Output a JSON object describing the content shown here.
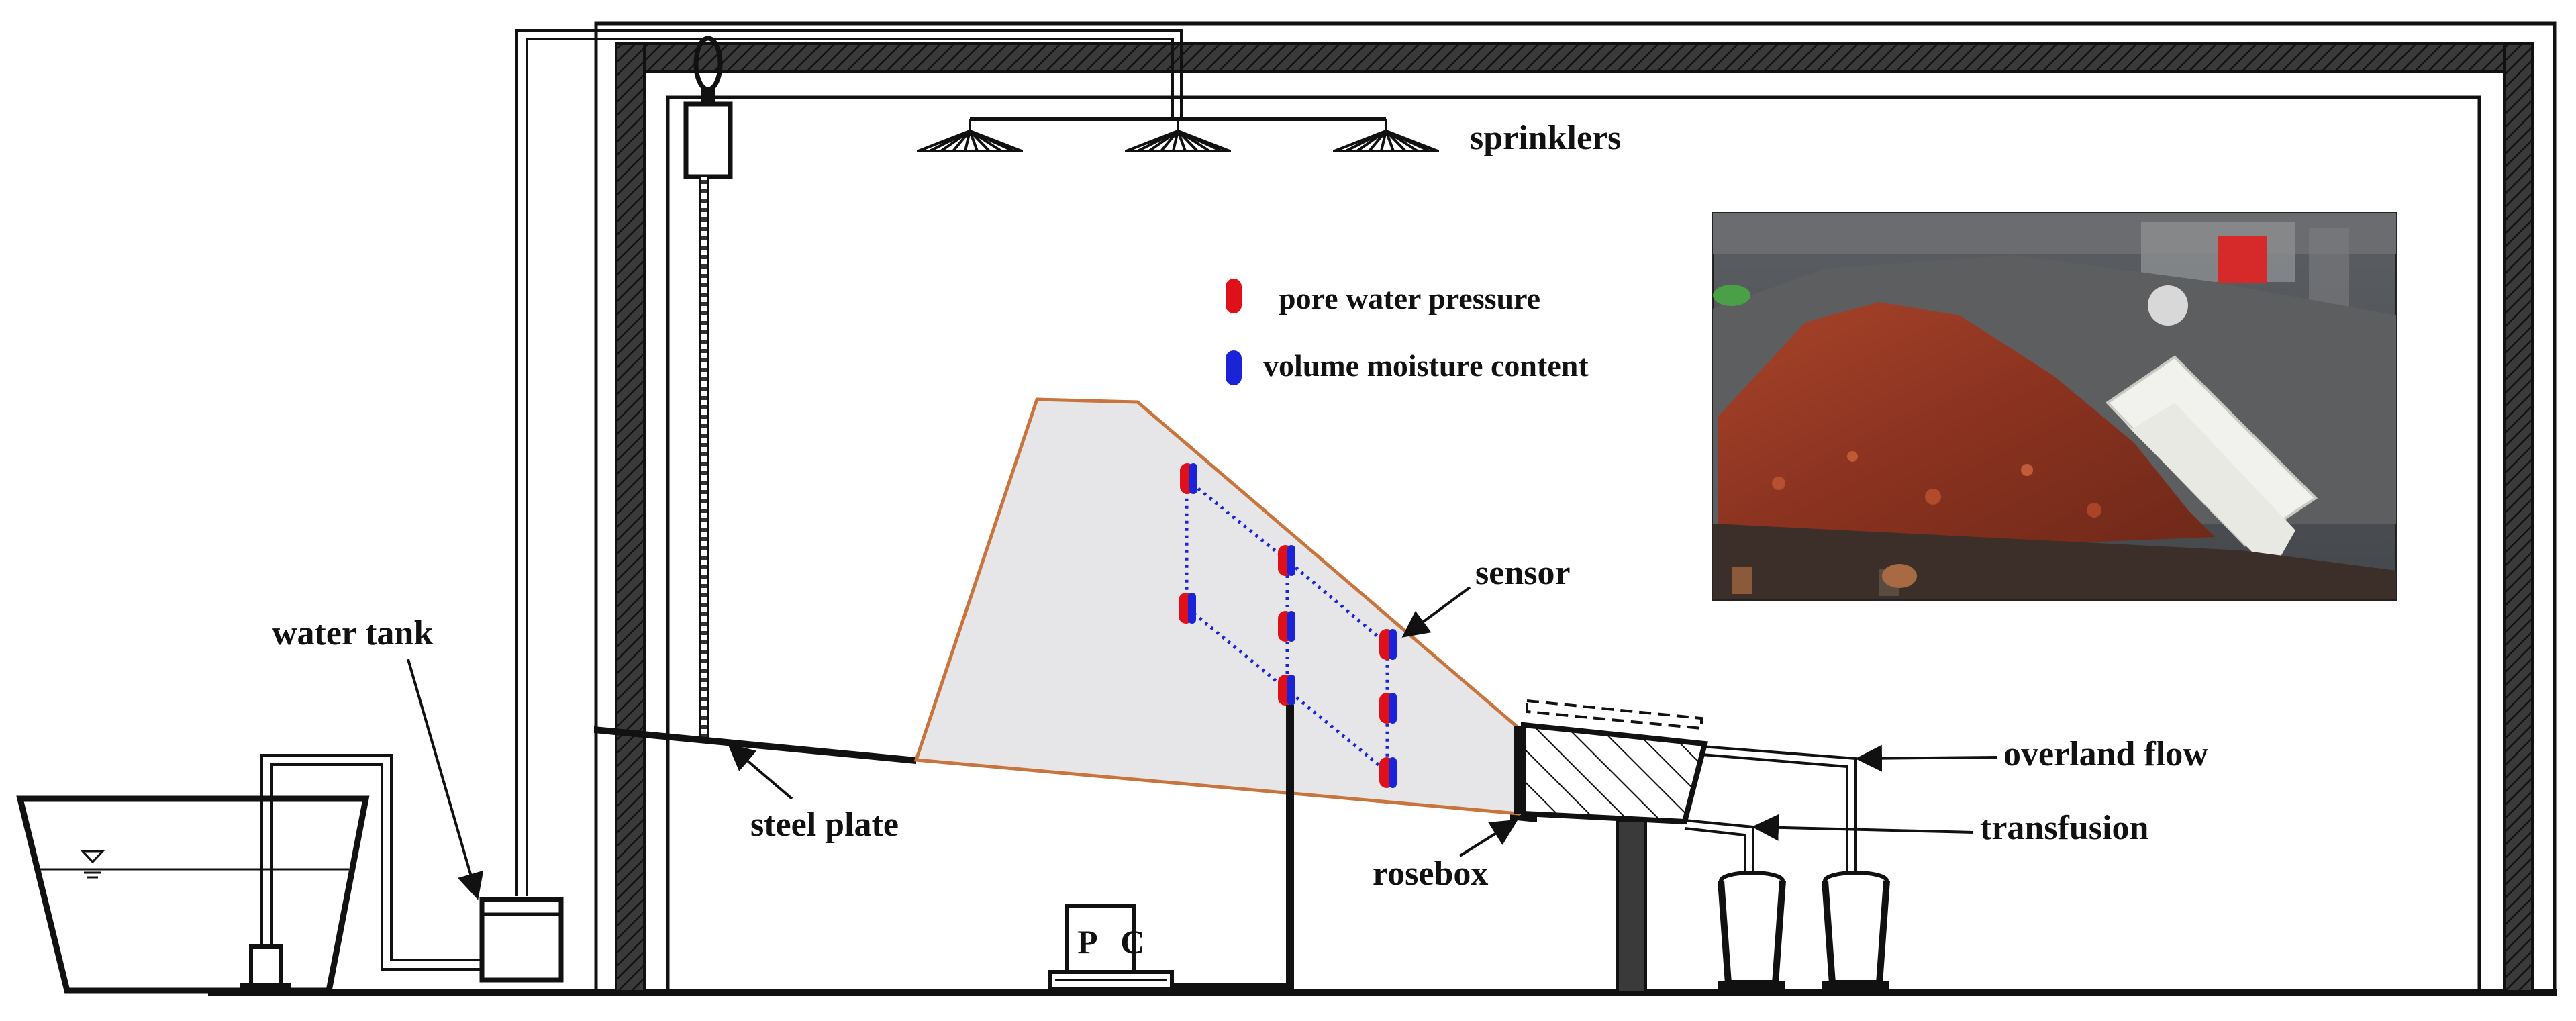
{
  "labels": {
    "sprinklers": "sprinklers",
    "water_tank": "water tank",
    "steel_plate": "steel plate",
    "sensor": "sensor",
    "rosebox": "rosebox",
    "overland_flow": "overland flow",
    "transfusion": "transfusion",
    "pc": "P C"
  },
  "legend": {
    "pore_water_pressure": "pore water pressure",
    "volume_moisture_content": "volume moisture content"
  },
  "colors": {
    "pore_water_pressure": "#e0101a",
    "volume_moisture_content": "#1a23d8",
    "slope_fill": "#e6e6e8",
    "slope_edge": "#c8743c",
    "frame": "#2a2a2a"
  }
}
